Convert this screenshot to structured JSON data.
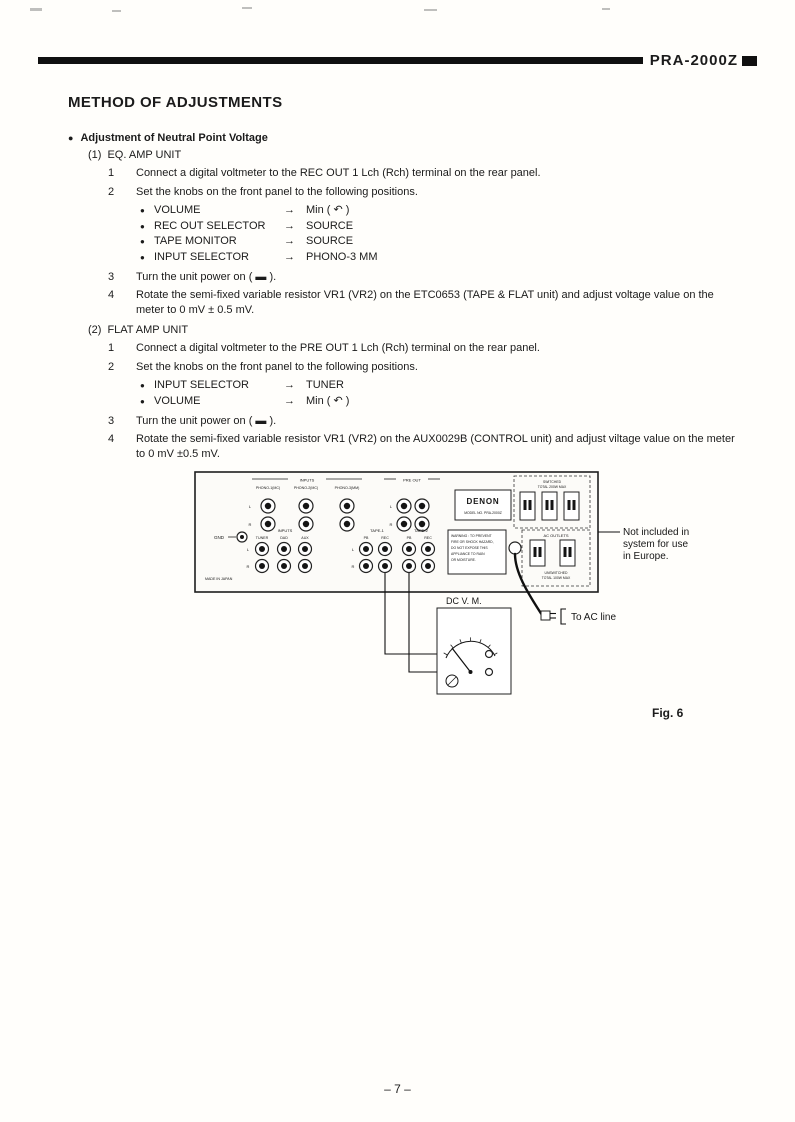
{
  "glyphs": {
    "section_bullet": "●",
    "item_bullet": "●"
  },
  "header": {
    "model": "PRA-2000Z"
  },
  "title": "METHOD OF ADJUSTMENTS",
  "adjustment_heading": "Adjustment of Neutral Point Voltage",
  "sections": [
    {
      "label": "(1)",
      "title": "EQ. AMP UNIT",
      "steps": [
        {
          "num": "1",
          "text": "Connect a digital voltmeter to the REC OUT 1 Lch (Rch) terminal on the rear panel."
        },
        {
          "num": "2",
          "text": "Set the knobs on the front panel to the following positions."
        },
        {
          "num": "3",
          "text": "Turn the unit power on ( ▬ )."
        },
        {
          "num": "4",
          "text": "Rotate the semi-fixed variable resistor VR1 (VR2) on the ETC0653 (TAPE & FLAT unit) and adjust voltage value on the meter to 0 mV ± 0.5 mV."
        }
      ],
      "settings": [
        {
          "name": "VOLUME",
          "arrow": "→",
          "value": "Min ( ↶ )"
        },
        {
          "name": "REC OUT SELECTOR",
          "arrow": "→",
          "value": "SOURCE"
        },
        {
          "name": "TAPE MONITOR",
          "arrow": "→",
          "value": "SOURCE"
        },
        {
          "name": "INPUT SELECTOR",
          "arrow": "→",
          "value": "PHONO-3 MM"
        }
      ]
    },
    {
      "label": "(2)",
      "title": "FLAT AMP UNIT",
      "steps": [
        {
          "num": "1",
          "text": "Connect a digital voltmeter to the PRE OUT 1 Lch (Rch) terminal on the rear panel."
        },
        {
          "num": "2",
          "text": "Set the knobs on the front panel to the following positions."
        },
        {
          "num": "3",
          "text": "Turn the unit power on ( ▬ )."
        },
        {
          "num": "4",
          "text": "Rotate the semi-fixed variable resistor VR1 (VR2) on the AUX0029B (CONTROL unit) and adjust viltage value on the meter to 0 mV ±0.5 mV."
        }
      ],
      "settings": [
        {
          "name": "INPUT SELECTOR",
          "arrow": "→",
          "value": "TUNER"
        },
        {
          "name": "VOLUME",
          "arrow": "→",
          "value": "Min ( ↶ )"
        }
      ]
    }
  ],
  "diagram": {
    "inputs_top": "INPUTS",
    "phono1": "PHONO-1(MC)",
    "phono2": "PHONO-2(MC)",
    "phono3": "PHONO-3(MM)",
    "pre_out": "PRE OUT",
    "brand": "DENON",
    "model_line": "MODEL NO. PRA-2000Z",
    "switched": "SWITCHED",
    "switched_sub": "TOTAL 200W MAX",
    "ac_outlets": "AC OUTLETS",
    "unswitched": "UNSWITCHED",
    "unswitched_sub": "TOTAL 100W MAX",
    "gnd": "GND",
    "inputs_bottom": "INPUTS",
    "col_tuner": "TUNER",
    "col_dad": "DAD",
    "col_aux": "AUX",
    "tape1": "TAPE-1",
    "tape2": "TAPE-2",
    "pb": "PB",
    "rec": "REC",
    "l": "L",
    "r": "R",
    "warning_lines": [
      "WARNING : TO PREVENT",
      "FIRE OR SHOCK HAZARD,",
      "DO NOT EXPOSE THIS",
      "APPLIANCE TO RAIN",
      "OR MOISTURE."
    ],
    "made_in_japan": "MADE IN JAPAN",
    "not_included_lines": [
      "Not included in",
      "system for use",
      "in Europe."
    ],
    "dcvm_label": "DC V. M.",
    "to_ac_line": "To AC line"
  },
  "fig_label": "Fig. 6",
  "footer": {
    "page_number": "– 7 –"
  }
}
